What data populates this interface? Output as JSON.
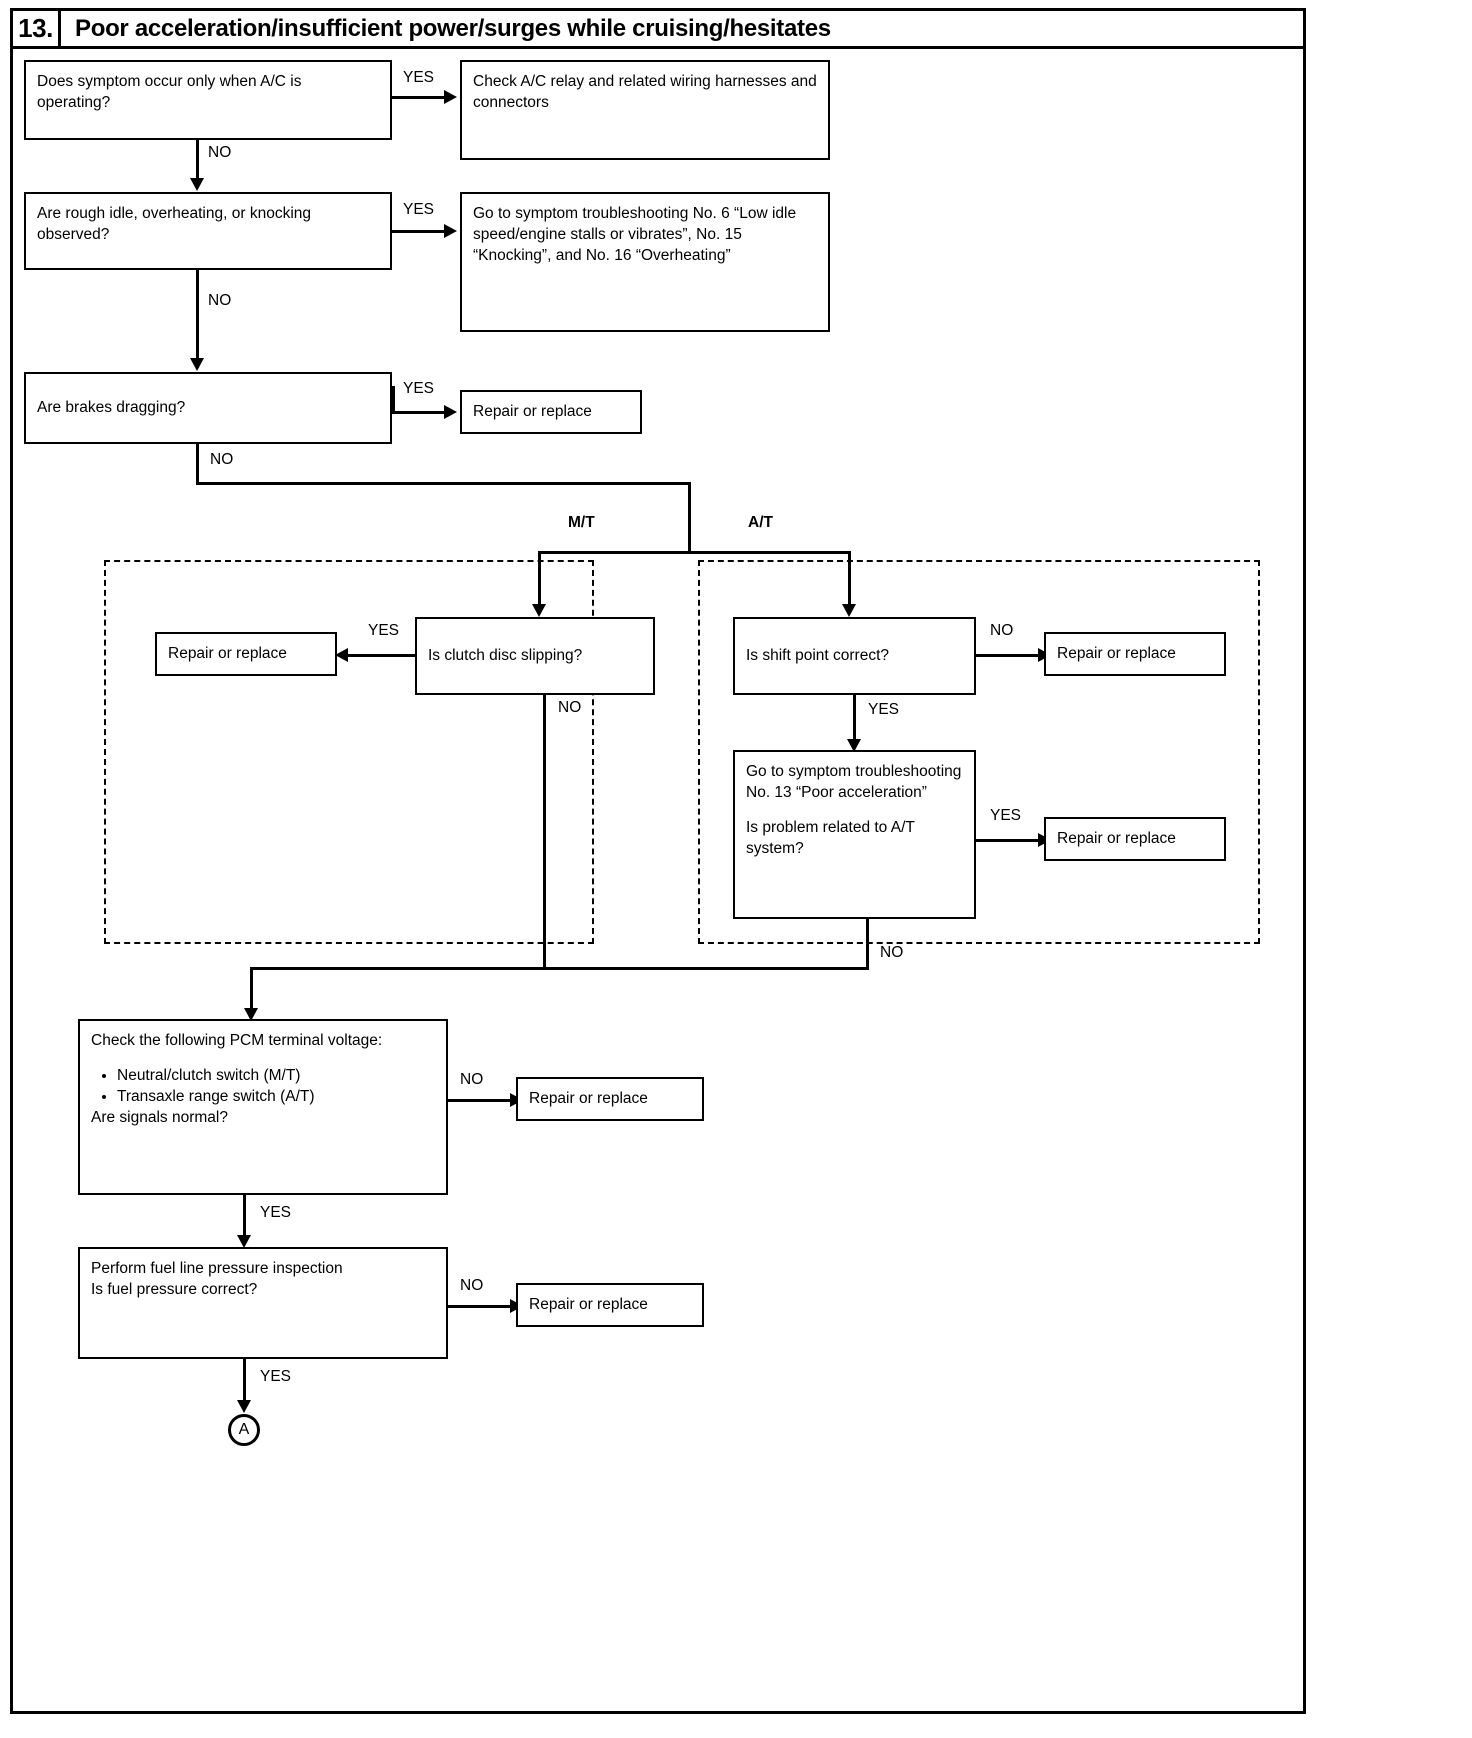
{
  "header": {
    "number": "13.",
    "title": "Poor acceleration/insufficient power/surges while cruising/hesitates"
  },
  "edge_labels": {
    "yes": "YES",
    "no": "NO",
    "mt": "M/T",
    "at": "A/T"
  },
  "nodes": {
    "q_ac": "Does symptom occur only when A/C is operating?",
    "a_ac": "Check A/C relay and related wiring harnesses and connectors",
    "q_rough_idle": "Are rough idle, overheating, or knocking observed?",
    "a_rough_idle": "Go to symptom troubleshooting No. 6 “Low idle speed/engine stalls or vibrates”, No. 15 “Knocking”, and No. 16 “Overheating”",
    "q_brakes": "Are brakes dragging?",
    "a_brakes": "Repair or replace",
    "q_clutch": "Is clutch disc slipping?",
    "a_clutch": "Repair or replace",
    "q_shift": "Is shift point correct?",
    "a_shift": "Repair or replace",
    "q_at_sys_line1": "Go to symptom troubleshooting No. 13 “Poor acceleration”",
    "q_at_sys_line2": "Is problem related to A/T system?",
    "a_at_sys": "Repair or replace",
    "q_pcm_title": "Check the following PCM terminal voltage:",
    "q_pcm_bullets": [
      "Neutral/clutch switch (M/T)",
      "Transaxle range switch (A/T)"
    ],
    "q_pcm_question": "Are signals normal?",
    "a_pcm": "Repair or replace",
    "q_fuel_line1": "Perform fuel line pressure inspection",
    "q_fuel_line2": "Is fuel pressure correct?",
    "a_fuel": "Repair or replace",
    "connector_a": "A"
  },
  "colors": {
    "ink": "#000000",
    "paper": "#ffffff"
  }
}
